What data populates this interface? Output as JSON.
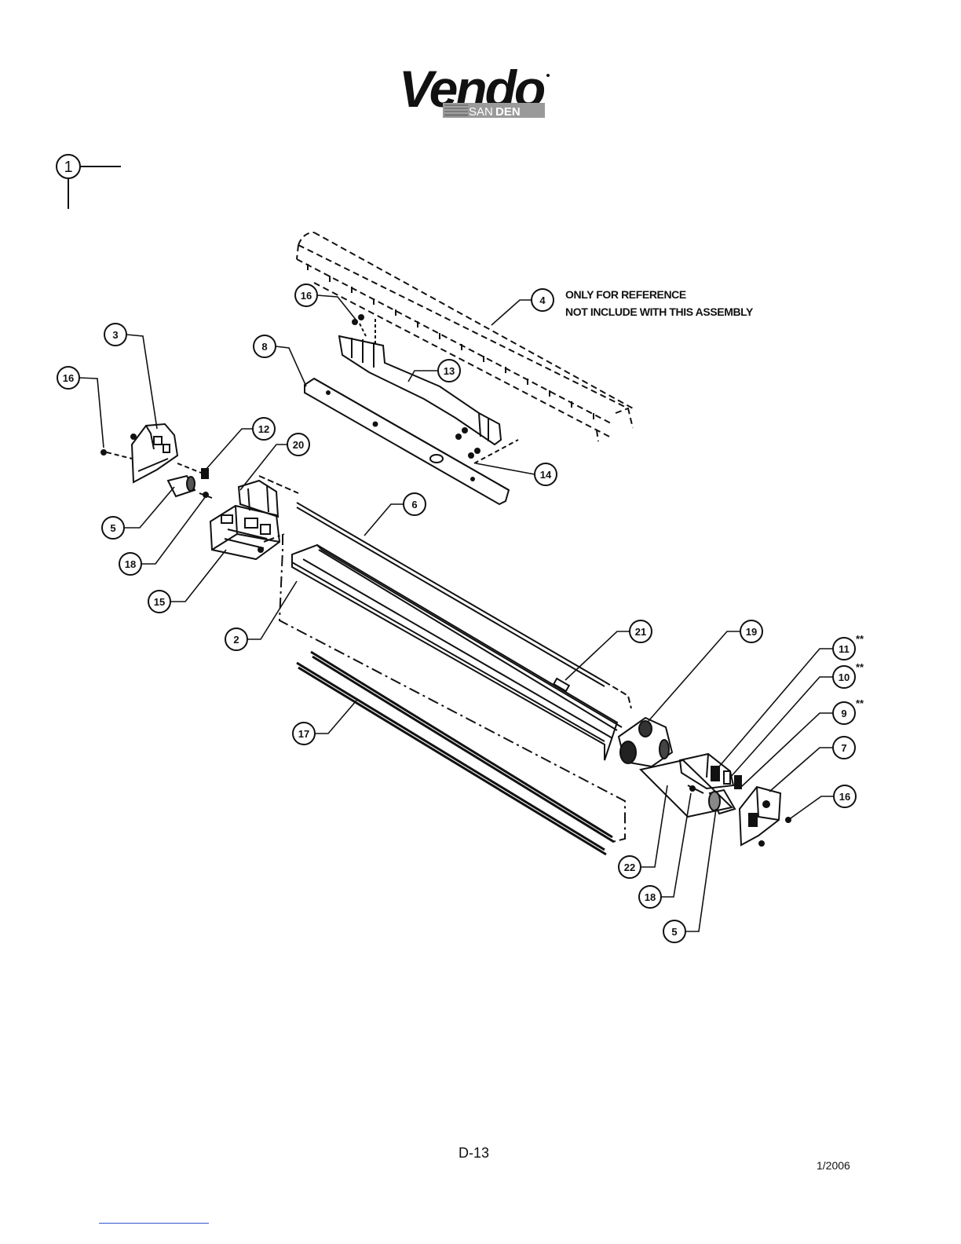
{
  "logo": {
    "brand": "Vendo",
    "sub_left": "SAN",
    "sub_right": "DEN",
    "colors": {
      "text": "#111111",
      "sub_bar": "#9a9a9a",
      "sub_dark": "#6e6e6e"
    }
  },
  "diagram": {
    "assembly_marker": "1",
    "note_line1": "ONLY FOR REFERENCE",
    "note_line2": "NOT INCLUDE WITH THIS ASSEMBLY",
    "callouts": [
      {
        "label": "16"
      },
      {
        "label": "4"
      },
      {
        "label": "3"
      },
      {
        "label": "8"
      },
      {
        "label": "16"
      },
      {
        "label": "13"
      },
      {
        "label": "12"
      },
      {
        "label": "20"
      },
      {
        "label": "14"
      },
      {
        "label": "6"
      },
      {
        "label": "5"
      },
      {
        "label": "18"
      },
      {
        "label": "15"
      },
      {
        "label": "2"
      },
      {
        "label": "21"
      },
      {
        "label": "19"
      },
      {
        "label": "11",
        "mark": "**"
      },
      {
        "label": "10",
        "mark": "**"
      },
      {
        "label": "9",
        "mark": "**"
      },
      {
        "label": "7"
      },
      {
        "label": "16"
      },
      {
        "label": "17"
      },
      {
        "label": "22"
      },
      {
        "label": "18"
      },
      {
        "label": "5"
      }
    ]
  },
  "footer": {
    "page_number": "D-13",
    "date": "1/2006"
  }
}
